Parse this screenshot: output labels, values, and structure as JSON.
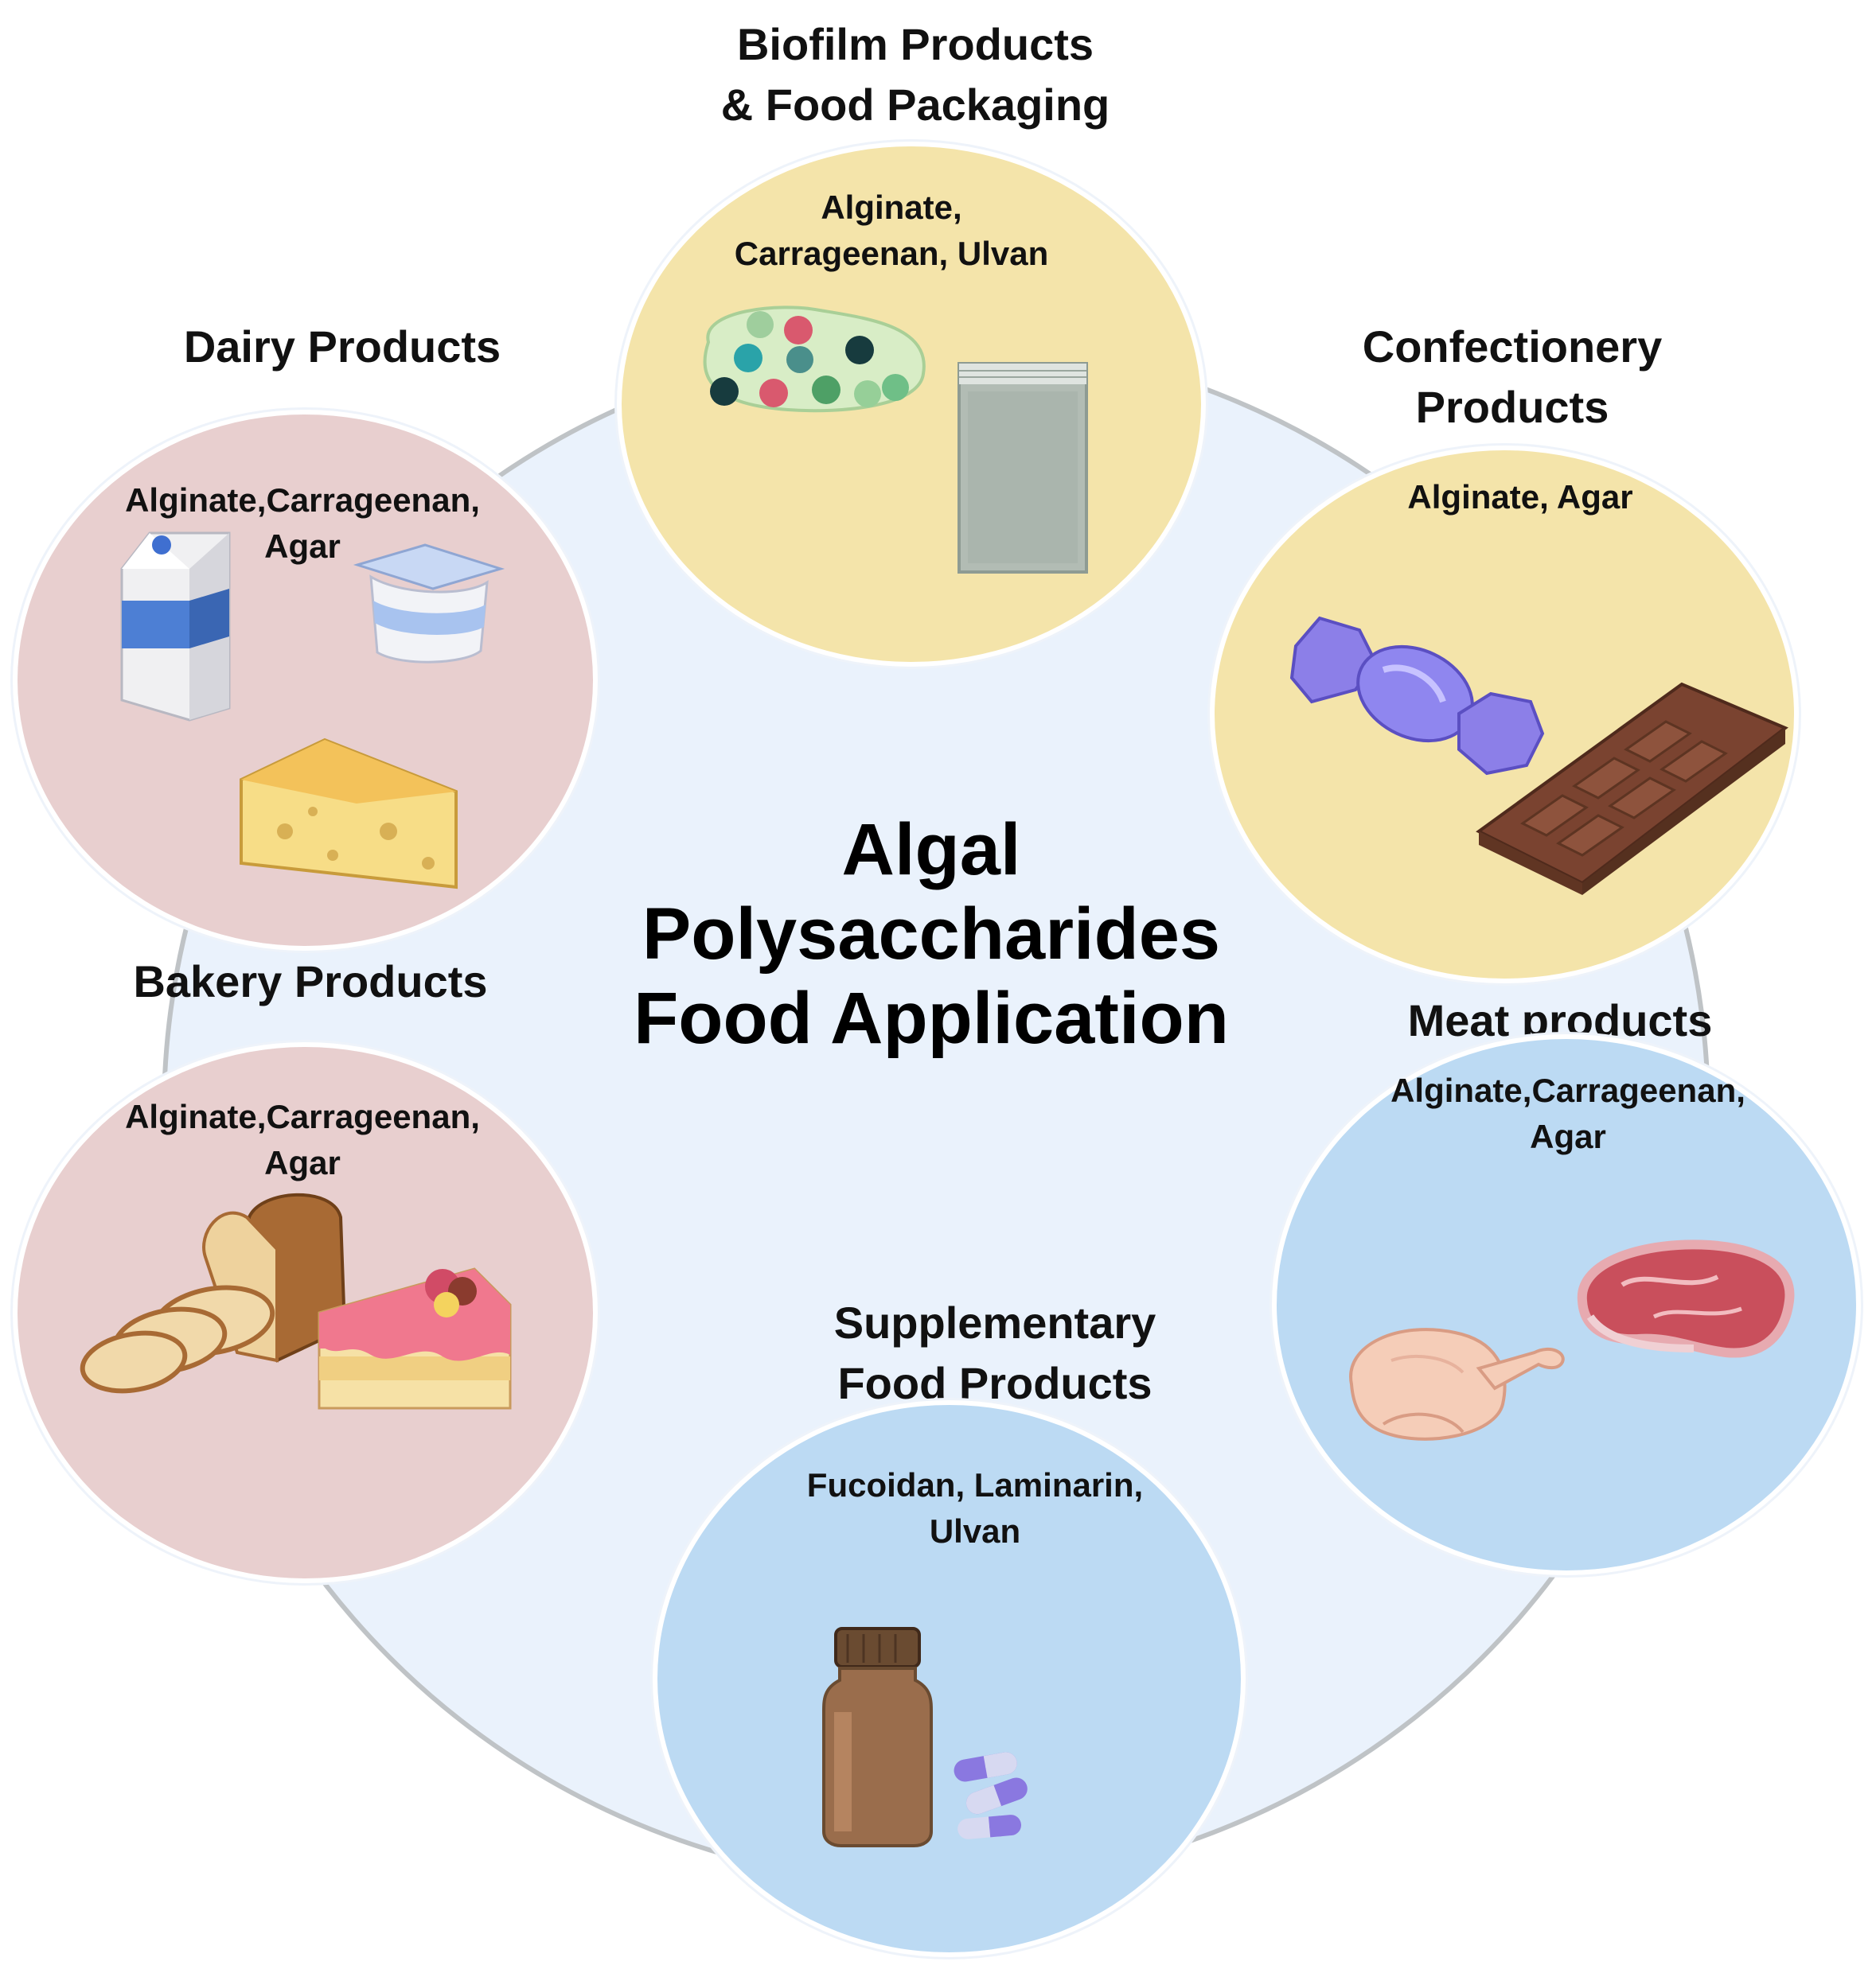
{
  "center": {
    "title": "Algal\nPolysaccharides\nFood Application"
  },
  "colors": {
    "ring_fill": "#eaf2fc",
    "ring_stroke": "#bfc3c6",
    "yellow_circle": "#f4e4aa",
    "pink_circle": "#e8cfcf",
    "blue_circle": "#bcdaf3"
  },
  "categories": {
    "biofilm": {
      "title": "Biofilm Products\n& Food Packaging",
      "polysaccharides": "Alginate,\nCarrageenan, Ulvan",
      "icons": [
        "biofilm-beads-icon",
        "packaging-bag-icon"
      ]
    },
    "confectionery": {
      "title": "Confectionery\nProducts",
      "polysaccharides": "Alginate, Agar",
      "icons": [
        "wrapped-candy-icon",
        "chocolate-bar-icon"
      ]
    },
    "dairy": {
      "title": "Dairy Products",
      "polysaccharides": "Alginate,Carrageenan,\nAgar",
      "icons": [
        "milk-carton-icon",
        "yogurt-cup-icon",
        "cheese-wedge-icon"
      ]
    },
    "bakery": {
      "title": "Bakery Products",
      "polysaccharides": "Alginate,Carrageenan,\nAgar",
      "icons": [
        "bread-loaf-icon",
        "cake-slice-icon"
      ]
    },
    "meat": {
      "title": "Meat products",
      "polysaccharides": "Alginate,Carrageenan,\nAgar",
      "icons": [
        "roast-chicken-icon",
        "steak-icon"
      ]
    },
    "supplementary": {
      "title": "Supplementary\nFood Products",
      "polysaccharides": "Fucoidan, Laminarin,\nUlvan",
      "icons": [
        "supplement-bottle-icon",
        "capsules-icon"
      ]
    }
  }
}
